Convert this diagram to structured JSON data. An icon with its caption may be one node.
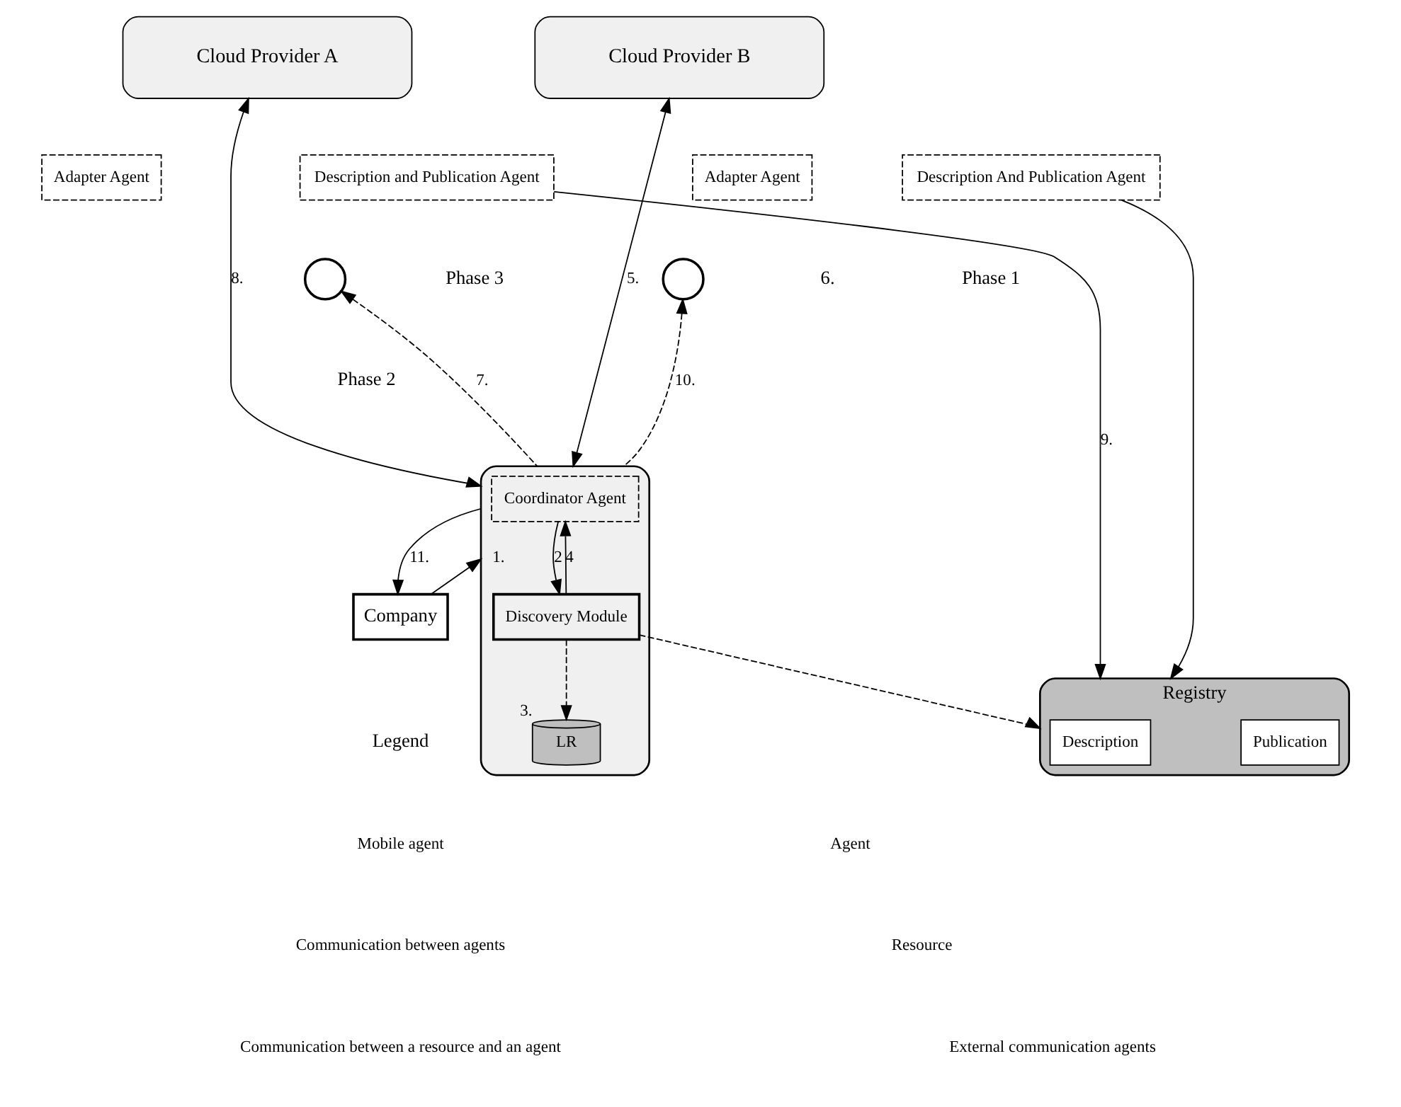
{
  "diagram": {
    "nodes": [
      {
        "text": [
          "Cloud Provider A"
        ]
      },
      {
        "text": [
          "Adapter Agent"
        ]
      },
      {
        "text": [
          "Description and Publication Agent"
        ]
      },
      {
        "text": [
          "Cloud Provider B"
        ]
      },
      {
        "text": [
          "Adapter Agent"
        ]
      },
      {
        "text": [
          "Description And Publication Agent"
        ]
      },
      {
        "text": [],
        "shape": "circle"
      },
      {
        "text": [],
        "shape": "circle"
      },
      {
        "text": [],
        "shape": "box"
      },
      {
        "text": [
          "Coordinator Agent"
        ],
        "in": 8
      },
      {
        "text": [
          "Discovery Module"
        ],
        "in": 8
      },
      {
        "text": [
          "LR"
        ],
        "in": 8,
        "beside": [
          "3."
        ]
      },
      {
        "text": [
          "Registry"
        ]
      },
      {
        "text": [
          "Description"
        ],
        "in": 12
      },
      {
        "text": [
          "Publication"
        ],
        "in": 12
      },
      {
        "text": [
          "Company"
        ]
      }
    ],
    "edges": [
      {
        "from": 0,
        "to": 8,
        "arrow": "both",
        "label": "8."
      },
      {
        "from": 8,
        "to": 6,
        "arrow": "to",
        "style": "dashed",
        "label": "7."
      },
      {
        "from": 3,
        "to": 8,
        "arrow": "both",
        "label": "5."
      },
      {
        "from": 8,
        "to": 7,
        "arrow": "to",
        "style": "dashed",
        "label": "10."
      },
      {
        "from": 2,
        "to": 12,
        "arrow": "to",
        "label": "9."
      },
      {
        "from": 5,
        "to": 12,
        "arrow": "to"
      },
      {
        "from": 9,
        "to": 10,
        "arrow": "to",
        "label": "2"
      },
      {
        "from": 10,
        "to": 9,
        "arrow": "to",
        "label": "4"
      },
      {
        "from": 10,
        "to": 11,
        "arrow": "to",
        "style": "dashed"
      },
      {
        "from": 10,
        "to": 12,
        "arrow": "to",
        "style": "dashed"
      },
      {
        "from": 8,
        "to": 15,
        "arrow": "to",
        "label": "11."
      },
      {
        "from": 15,
        "to": 8,
        "arrow": "to",
        "label": "1."
      }
    ],
    "labels": [
      "Phase 3",
      "Phase 2",
      "6.",
      "Phase 1",
      "Legend"
    ],
    "legend": [
      {
        "text": "Mobile agent"
      },
      {
        "text": "Agent"
      },
      {
        "text": "Communication between agents"
      },
      {
        "text": "Resource"
      },
      {
        "text": "Communication between a resource and an agent"
      },
      {
        "text": "External communication agents"
      }
    ]
  }
}
